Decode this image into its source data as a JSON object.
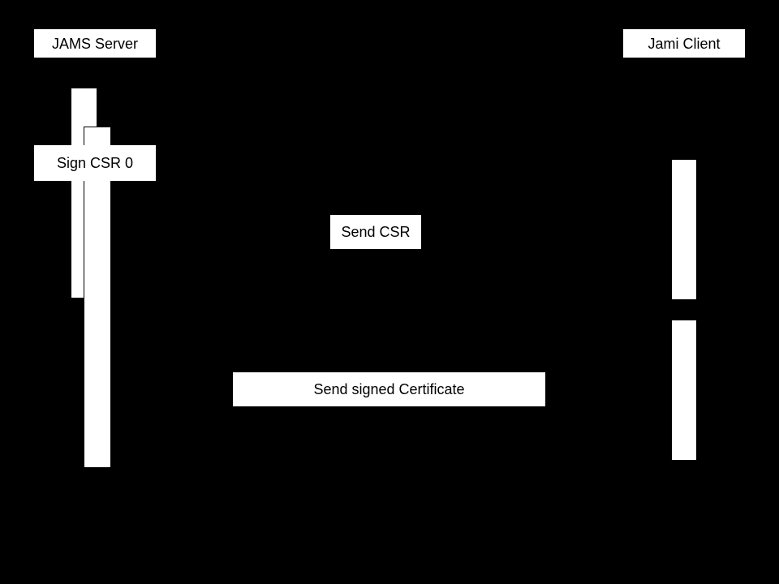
{
  "diagram": {
    "type": "sequence-diagram",
    "colors": {
      "background": "#000000",
      "box_fill": "#ffffff",
      "box_text": "#000000"
    },
    "participants": [
      {
        "id": "jams-server",
        "label": "JAMS Server"
      },
      {
        "id": "jami-client",
        "label": "Jami Client"
      }
    ],
    "messages": [
      {
        "label": "Sign CSR 0"
      },
      {
        "label": "Send CSR"
      },
      {
        "label": "Send signed Certificate"
      }
    ]
  }
}
